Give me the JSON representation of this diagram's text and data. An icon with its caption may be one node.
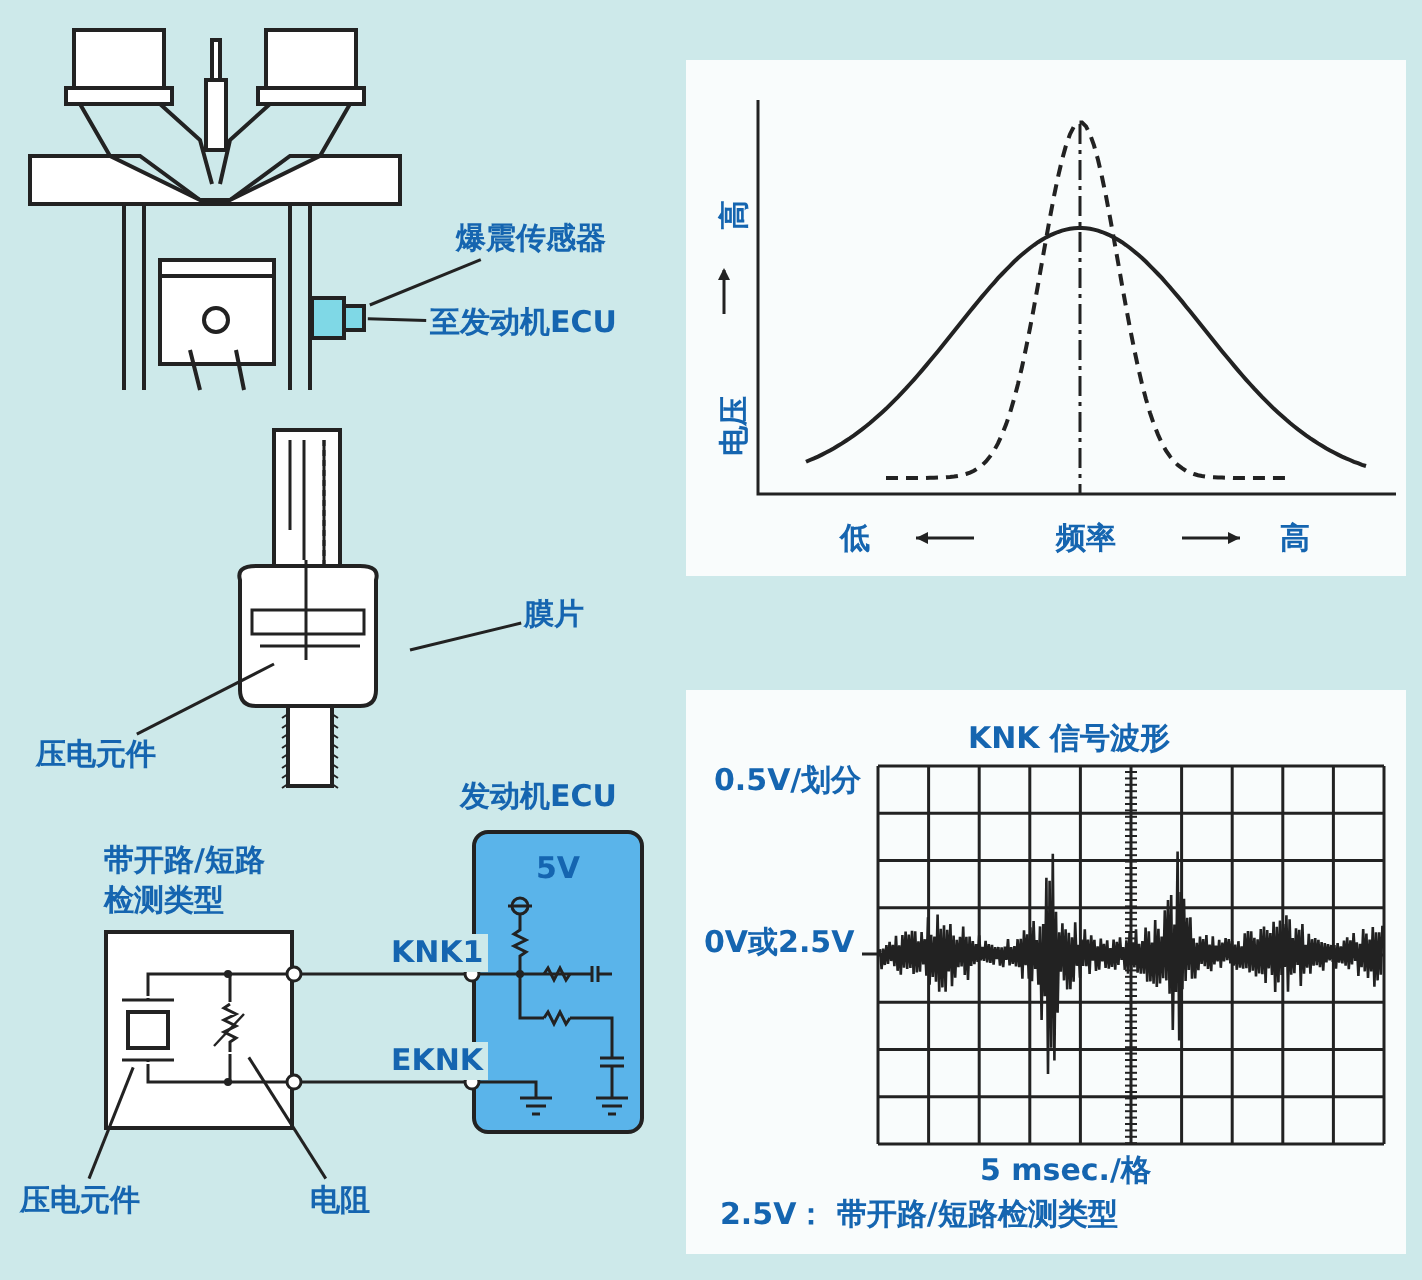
{
  "diagram": {
    "nodes": [
      {
        "text": [
          "爆震传感器"
        ]
      },
      {
        "text": [
          "至发动机ECU"
        ]
      },
      {
        "text": [
          "膜片"
        ]
      },
      {
        "text": [
          "压电元件"
        ]
      },
      {
        "text": [
          "带开路/短路检测类型"
        ]
      },
      {
        "text": [
          "发动机ECU",
          "5V"
        ]
      },
      {
        "text": [
          "压电元件"
        ]
      },
      {
        "text": [
          "电阻"
        ]
      },
      {
        "text": [],
        "shape": "box"
      },
      {
        "text": [],
        "shape": "symbol",
        "in": 4
      },
      {
        "text": [],
        "shape": "symbol",
        "in": 4
      }
    ],
    "edges": [
      {
        "from": 0,
        "to": 8,
        "arrow": "none"
      },
      {
        "from": 1,
        "to": 8,
        "arrow": "none"
      },
      {
        "from": 2,
        "to": null,
        "arrow": "none"
      },
      {
        "from": 3,
        "to": null,
        "arrow": "none"
      },
      {
        "from": 4,
        "to": 5,
        "arrow": "other",
        "label": "KNK1"
      },
      {
        "from": 4,
        "to": 5,
        "arrow": "other",
        "label": "EKNK"
      },
      {
        "from": 6,
        "to": 9,
        "arrow": "none"
      },
      {
        "from": 7,
        "to": 10,
        "arrow": "none"
      },
      {
        "from": 9,
        "to": 10,
        "arrow": "none"
      },
      {
        "from": 9,
        "to": 10,
        "arrow": "none"
      }
    ],
    "labels": [
      "高",
      "电压",
      "低",
      "频率",
      "高",
      "KNK 信号波形",
      "0.5V/划分",
      "0V或2.5V",
      "5 msec./格",
      "2.5V： 带开路/短路检测类型"
    ]
  }
}
